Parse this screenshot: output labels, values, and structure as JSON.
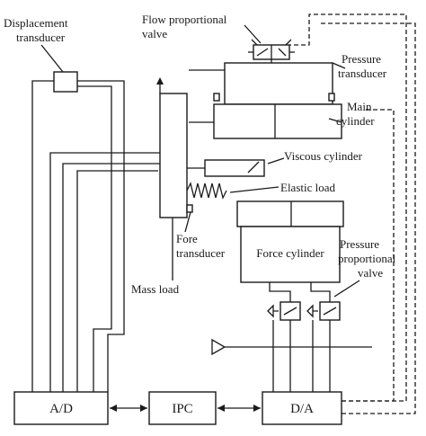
{
  "labels": {
    "displacement_transducer_1": "Displacement",
    "displacement_transducer_2": "transducer",
    "flow_valve_1": "Flow proportional",
    "flow_valve_2": "valve",
    "pressure_transducer_1": "Pressure",
    "pressure_transducer_2": "transducer",
    "main_cylinder_1": "Main",
    "main_cylinder_2": "cylinder",
    "viscous_cylinder": "Viscous cylinder",
    "elastic_load": "Elastic load",
    "fore_transducer_1": "Fore",
    "fore_transducer_2": "transducer",
    "force_cylinder": "Force cylinder",
    "pressure_valve_1": "Pressure",
    "pressure_valve_2": "proportional",
    "pressure_valve_3": "valve",
    "mass_load": "Mass load"
  },
  "blocks": {
    "ad": "A/D",
    "ipc": "IPC",
    "da": "D/A"
  },
  "icons": {
    "spring": "elastic-spring-icon",
    "valve": "proportional-valve-icon",
    "source": "hydraulic-source-triangle-icon"
  }
}
